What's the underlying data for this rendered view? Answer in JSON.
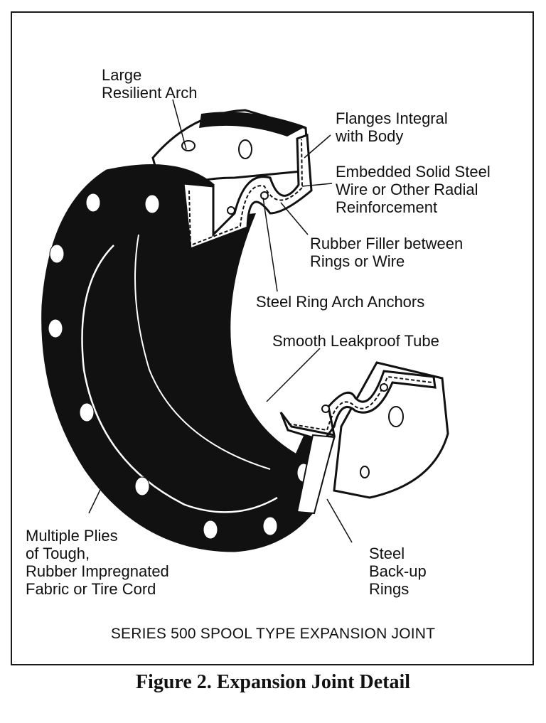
{
  "labels": {
    "large_arch": "Large\nResilient Arch",
    "flanges": "Flanges Integral\nwith Body",
    "embedded_wire": "Embedded Solid Steel\nWire or Other Radial\nReinforcement",
    "rubber_filler": "Rubber Filler between\nRings or Wire",
    "ring_anchors": "Steel Ring Arch Anchors",
    "leakproof_tube": "Smooth Leakproof Tube",
    "plies": "Multiple Plies\nof Tough,\nRubber Impregnated\nFabric or Tire Cord",
    "backup_rings": "Steel\nBack-up\nRings"
  },
  "series_title": "SERIES 500 SPOOL TYPE EXPANSION JOINT",
  "caption": "Figure 2. Expansion Joint Detail"
}
